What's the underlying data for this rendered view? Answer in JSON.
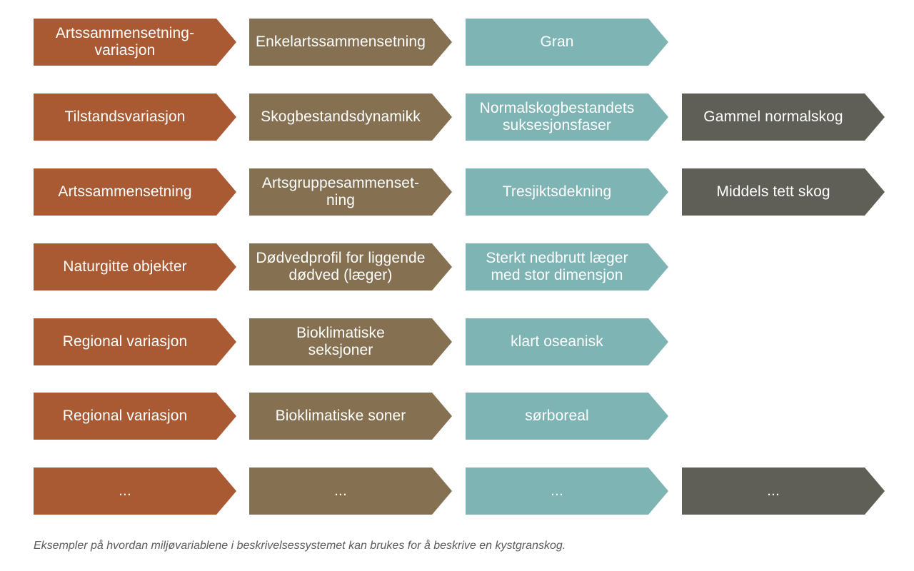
{
  "colors": {
    "column_1": "#aa5a32",
    "column_2": "#857152",
    "column_3": "#7fb4b5",
    "column_4": "#5f5f58",
    "caption_text": "#5a5a5a"
  },
  "rows": [
    {
      "cells": [
        "Artssammensetning-\nvariasjon",
        "Enkelartssammensetning",
        "Gran",
        ""
      ]
    },
    {
      "cells": [
        "Tilstandsvariasjon",
        "Skogbestandsdynamikk",
        "Normalskogbestandets\nsuksesjonsfaser",
        "Gammel normalskog"
      ]
    },
    {
      "cells": [
        "Artssammensetning",
        "Artsgruppesammenset-\nning",
        "Tresjiktsdekning",
        "Middels tett skog"
      ]
    },
    {
      "cells": [
        "Naturgitte objekter",
        "Dødvedprofil for liggende\ndødved (læger)",
        "Sterkt nedbrutt læger\nmed stor dimensjon",
        ""
      ]
    },
    {
      "cells": [
        "Regional variasjon",
        "Bioklimatiske\nseksjoner",
        "klart oseanisk",
        ""
      ]
    },
    {
      "cells": [
        "Regional variasjon",
        "Bioklimatiske soner",
        "sørboreal",
        ""
      ]
    },
    {
      "cells": [
        "...",
        "...",
        "...",
        "..."
      ]
    }
  ],
  "caption": "Eksempler på hvordan miljøvariablene i beskrivelsessystemet kan brukes for å beskrive en kystgranskog."
}
